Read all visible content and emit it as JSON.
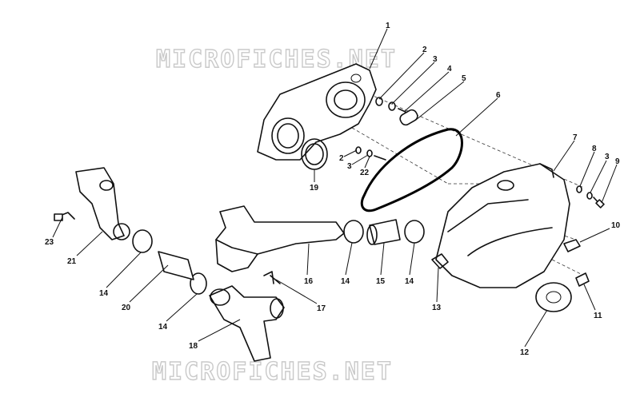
{
  "watermarks": [
    "MICROFICHES.NET",
    "MICROFICHES.NET"
  ],
  "callouts": [
    "1",
    "2",
    "3",
    "4",
    "5",
    "6",
    "7",
    "8",
    "3",
    "9",
    "10",
    "11",
    "12",
    "13",
    "14",
    "15",
    "14",
    "16",
    "17",
    "18",
    "14",
    "20",
    "14",
    "21",
    "23",
    "19",
    "22",
    "2",
    "3"
  ]
}
